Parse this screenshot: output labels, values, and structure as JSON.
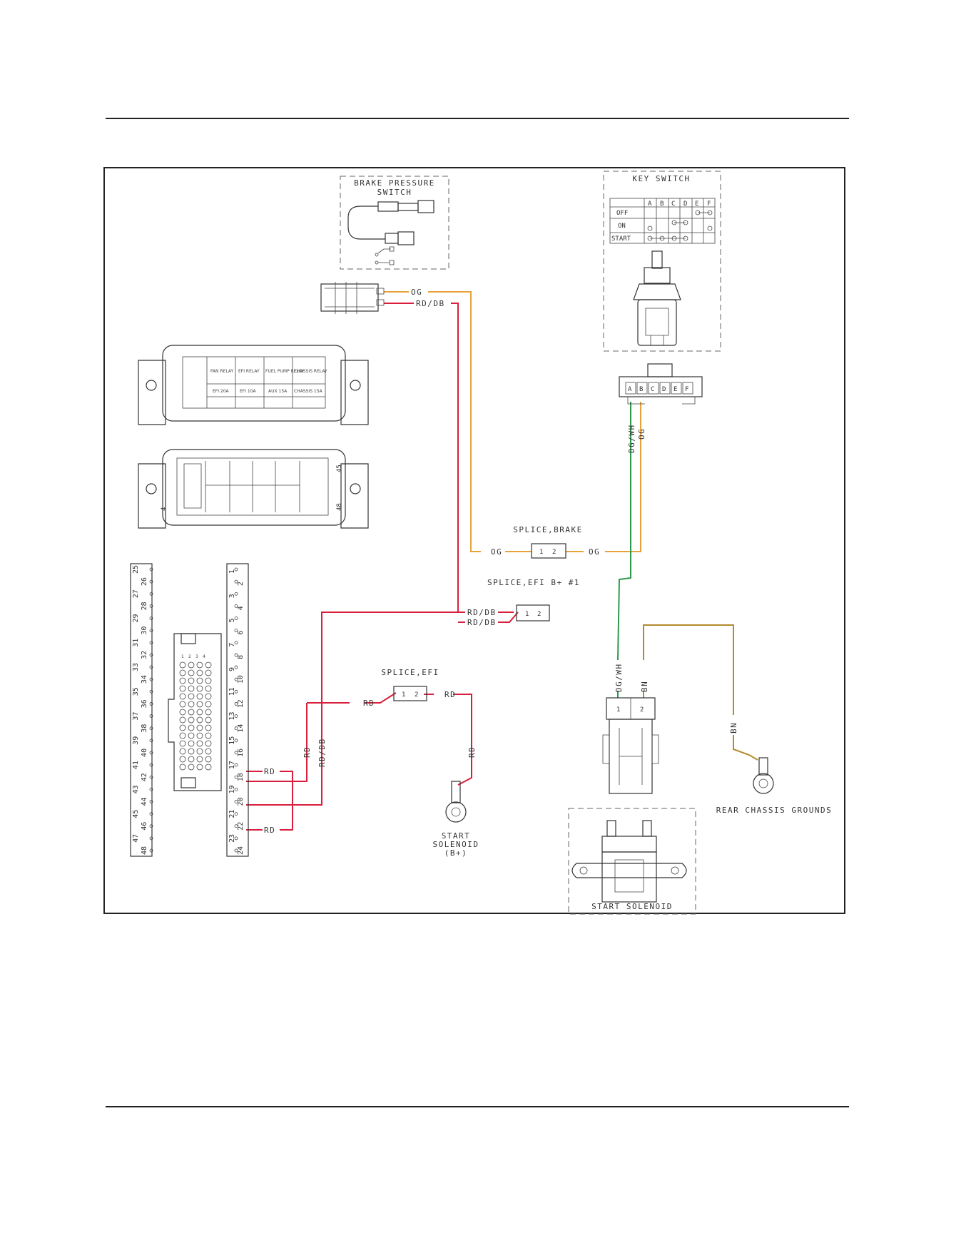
{
  "colors": {
    "orange_wire": "#E8A23A",
    "red_wire": "#D81F3C",
    "green_wire": "#2E9A4E",
    "brown_wire": "#B58A2E",
    "line": "#333333"
  },
  "components": {
    "brake_pressure_switch": {
      "title_line1": "BRAKE PRESSURE",
      "title_line2": "SWITCH"
    },
    "key_switch": {
      "title": "KEY SWITCH",
      "columns": [
        "A",
        "B",
        "C",
        "D",
        "E",
        "F"
      ],
      "rows": [
        "OFF",
        "ON",
        "START"
      ],
      "connector_pins": [
        "A",
        "B",
        "C",
        "D",
        "E",
        "F"
      ]
    },
    "splice_brake": {
      "title": "SPLICE,BRAKE",
      "pins": [
        "1",
        "2"
      ]
    },
    "splice_efi_b": {
      "title": "SPLICE,EFI B+ #1",
      "pins": [
        "1",
        "2"
      ]
    },
    "splice_efi": {
      "title": "SPLICE,EFI",
      "pins": [
        "1",
        "2"
      ]
    },
    "start_solenoid_b": {
      "line1": "START",
      "line2": "SOLENOID",
      "line3": "(B+)"
    },
    "rear_chassis_ground": {
      "label": "REAR CHASSIS GROUNDS"
    },
    "start_solenoid": {
      "title": "START SOLENOID"
    },
    "solenoid_connector": {
      "pins": [
        "1",
        "2"
      ]
    },
    "fuse_box": {
      "cells": [
        "FAN RELAY",
        "EFI RELAY",
        "FUEL PUMP RELAY",
        "CHASSIS RELAY",
        "EFI 20A",
        "EFI 10A",
        "AUX 15A",
        "CHASSIS 15A"
      ],
      "pin_45": "45",
      "pin_48": "48",
      "pin_4": "4"
    },
    "ecu_connector": {
      "pin_labels": [
        "1",
        "2",
        "3",
        "4"
      ],
      "left_pins": [
        "25",
        "26",
        "27",
        "28",
        "29",
        "30",
        "31",
        "32",
        "33",
        "34",
        "35",
        "36",
        "37",
        "38",
        "39",
        "40",
        "41",
        "42",
        "43",
        "44",
        "45",
        "46",
        "47",
        "48"
      ],
      "right_pins": [
        "1",
        "2",
        "3",
        "4",
        "5",
        "6",
        "7",
        "8",
        "9",
        "10",
        "11",
        "12",
        "13",
        "14",
        "15",
        "16",
        "17",
        "18",
        "19",
        "20",
        "21",
        "22",
        "23",
        "24"
      ]
    }
  },
  "wire_labels": {
    "brake_og": "OG",
    "brake_rddb": "RD/DB",
    "key_dgwh": "DG/WH",
    "key_og": "OG",
    "splice_brake_left": "OG",
    "splice_brake_right": "OG",
    "splice_efib_in": "RD/DB",
    "splice_efib_out": "RD/DB",
    "splice_efi_in": "RD",
    "splice_efi_out": "RD",
    "solenoid_rd": "RD",
    "ecu_rd_18": "RD",
    "ecu_rd_23": "RD",
    "vertical_rd": "RD",
    "vertical_rddb": "RD/DB",
    "sol_dgwh": "DG/WH",
    "sol_bn": "BN",
    "ground_bn": "BN"
  }
}
